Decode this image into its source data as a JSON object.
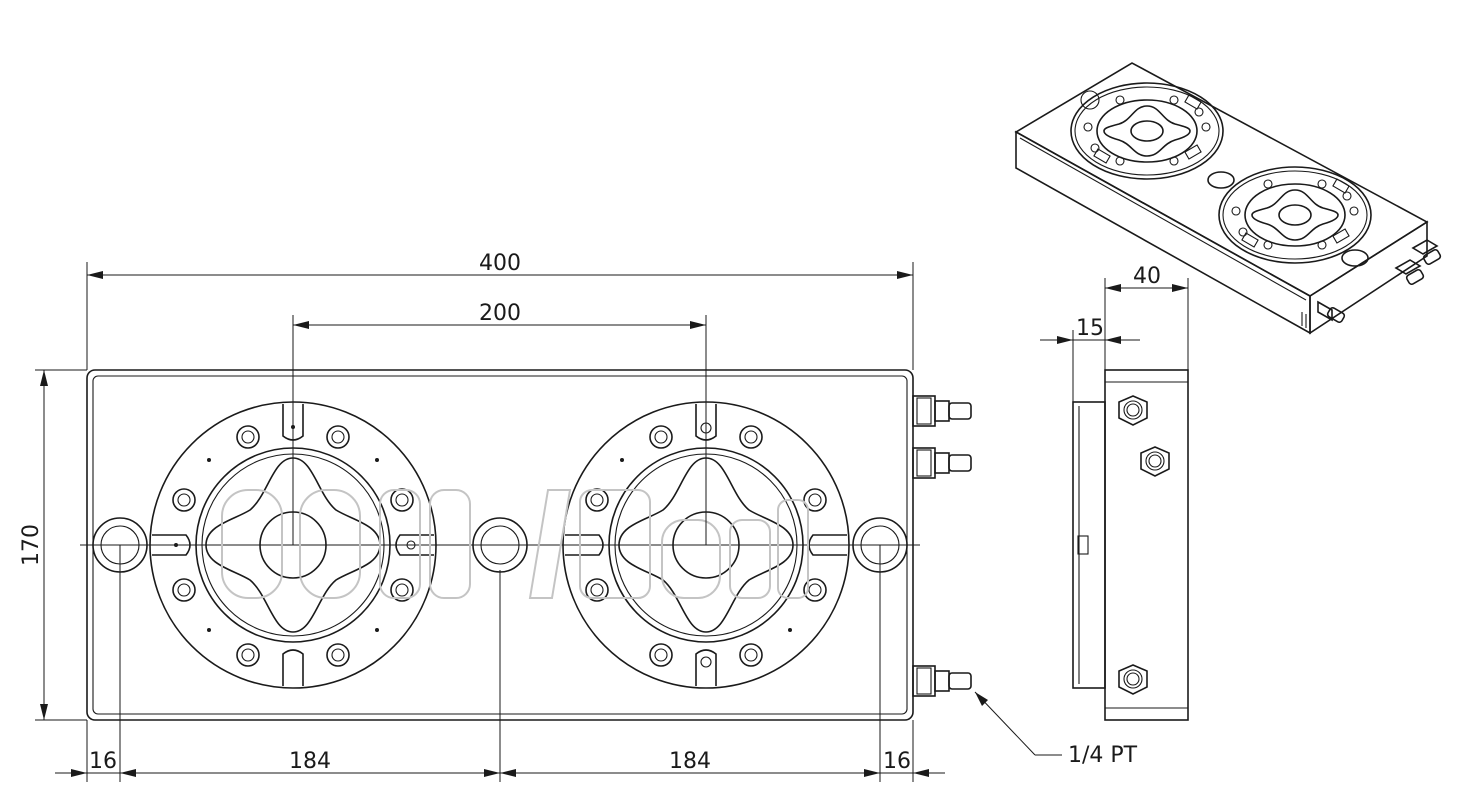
{
  "dimensions": {
    "overall_length": "400",
    "center_distance": "200",
    "height": "170",
    "left_edge_offset": "16",
    "left_span": "184",
    "right_span": "184",
    "right_edge_offset": "16",
    "side_thickness": "40",
    "side_offset": "15"
  },
  "callout": {
    "port_thread": "1/4 PT"
  }
}
